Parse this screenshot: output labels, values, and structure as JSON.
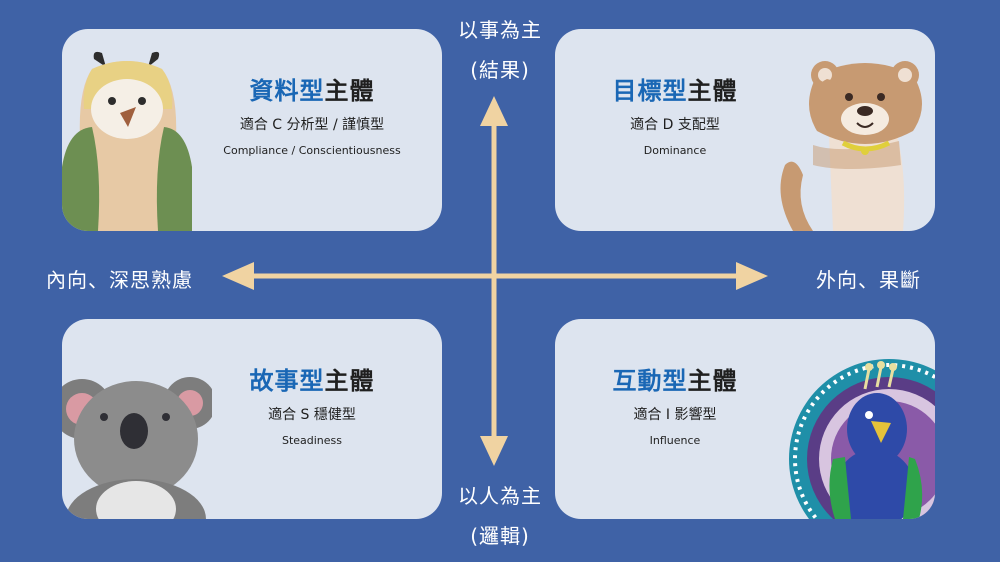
{
  "axes": {
    "top": "以事為主",
    "top_sub": "(結果)",
    "bottom": "以人為主",
    "bottom_sub": "(邏輯)",
    "left": "內向、深思熟慮",
    "right": "外向、果斷"
  },
  "quadrants": {
    "top_left": {
      "accent": "資料型",
      "rest": "主體",
      "subtitle": "適合 C 分析型 / 謹慎型",
      "english": "Compliance / Conscientiousness",
      "animal": "owl-icon"
    },
    "top_right": {
      "accent": "目標型",
      "rest": "主體",
      "subtitle": "適合 D 支配型",
      "english": "Dominance",
      "animal": "tiger-icon"
    },
    "bottom_left": {
      "accent": "故事型",
      "rest": "主體",
      "subtitle": "適合 S 穩健型",
      "english": "Steadiness",
      "animal": "koala-icon"
    },
    "bottom_right": {
      "accent": "互動型",
      "rest": "主體",
      "subtitle": "適合 I 影響型",
      "english": "Influence",
      "animal": "peacock-icon"
    }
  },
  "colors": {
    "background": "#3f62a6",
    "card": "#dde4ef",
    "accent_title": "#1a67b5",
    "arrow": "#f0d3a2"
  }
}
